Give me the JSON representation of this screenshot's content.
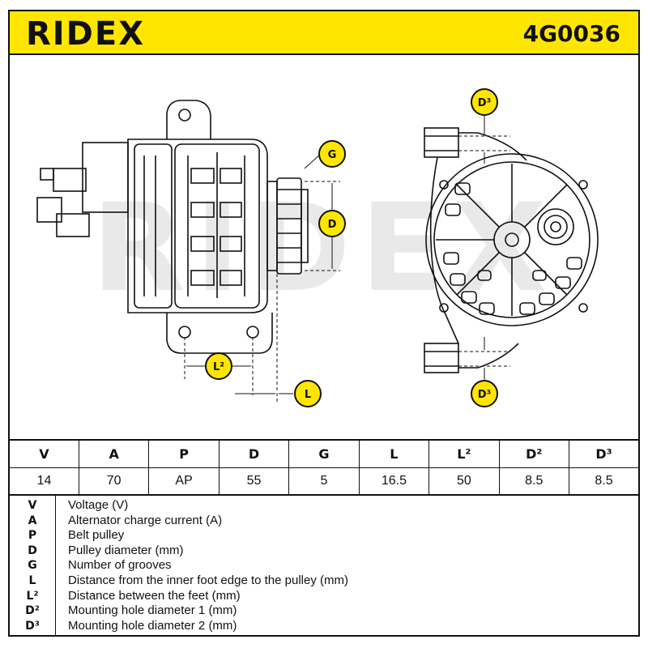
{
  "header": {
    "brand": "RIDEX",
    "part_number": "4G0036",
    "color": "#ffe600"
  },
  "drawing": {
    "watermark": "RIDEX",
    "callouts": {
      "g": "G",
      "d": "D",
      "l2": "L²",
      "l": "L",
      "d3_top": "D³",
      "d3_bottom": "D³"
    },
    "callout_color": "#ffe600"
  },
  "specs": {
    "headers": [
      "V",
      "A",
      "P",
      "D",
      "G",
      "L",
      "L²",
      "D²",
      "D³"
    ],
    "values": [
      "14",
      "70",
      "AP",
      "55",
      "5",
      "16.5",
      "50",
      "8.5",
      "8.5"
    ]
  },
  "legend": [
    {
      "symbol": "V",
      "description": "Voltage (V)"
    },
    {
      "symbol": "A",
      "description": "Alternator charge current (A)"
    },
    {
      "symbol": "P",
      "description": "Belt pulley"
    },
    {
      "symbol": "D",
      "description": "Pulley diameter (mm)"
    },
    {
      "symbol": "G",
      "description": "Number of grooves"
    },
    {
      "symbol": "L",
      "description": "Distance from the inner foot edge to the pulley (mm)"
    },
    {
      "symbol": "L²",
      "description": "Distance between the feet (mm)"
    },
    {
      "symbol": "D²",
      "description": "Mounting hole diameter 1 (mm)"
    },
    {
      "symbol": "D³",
      "description": "Mounting hole diameter 2 (mm)"
    }
  ]
}
